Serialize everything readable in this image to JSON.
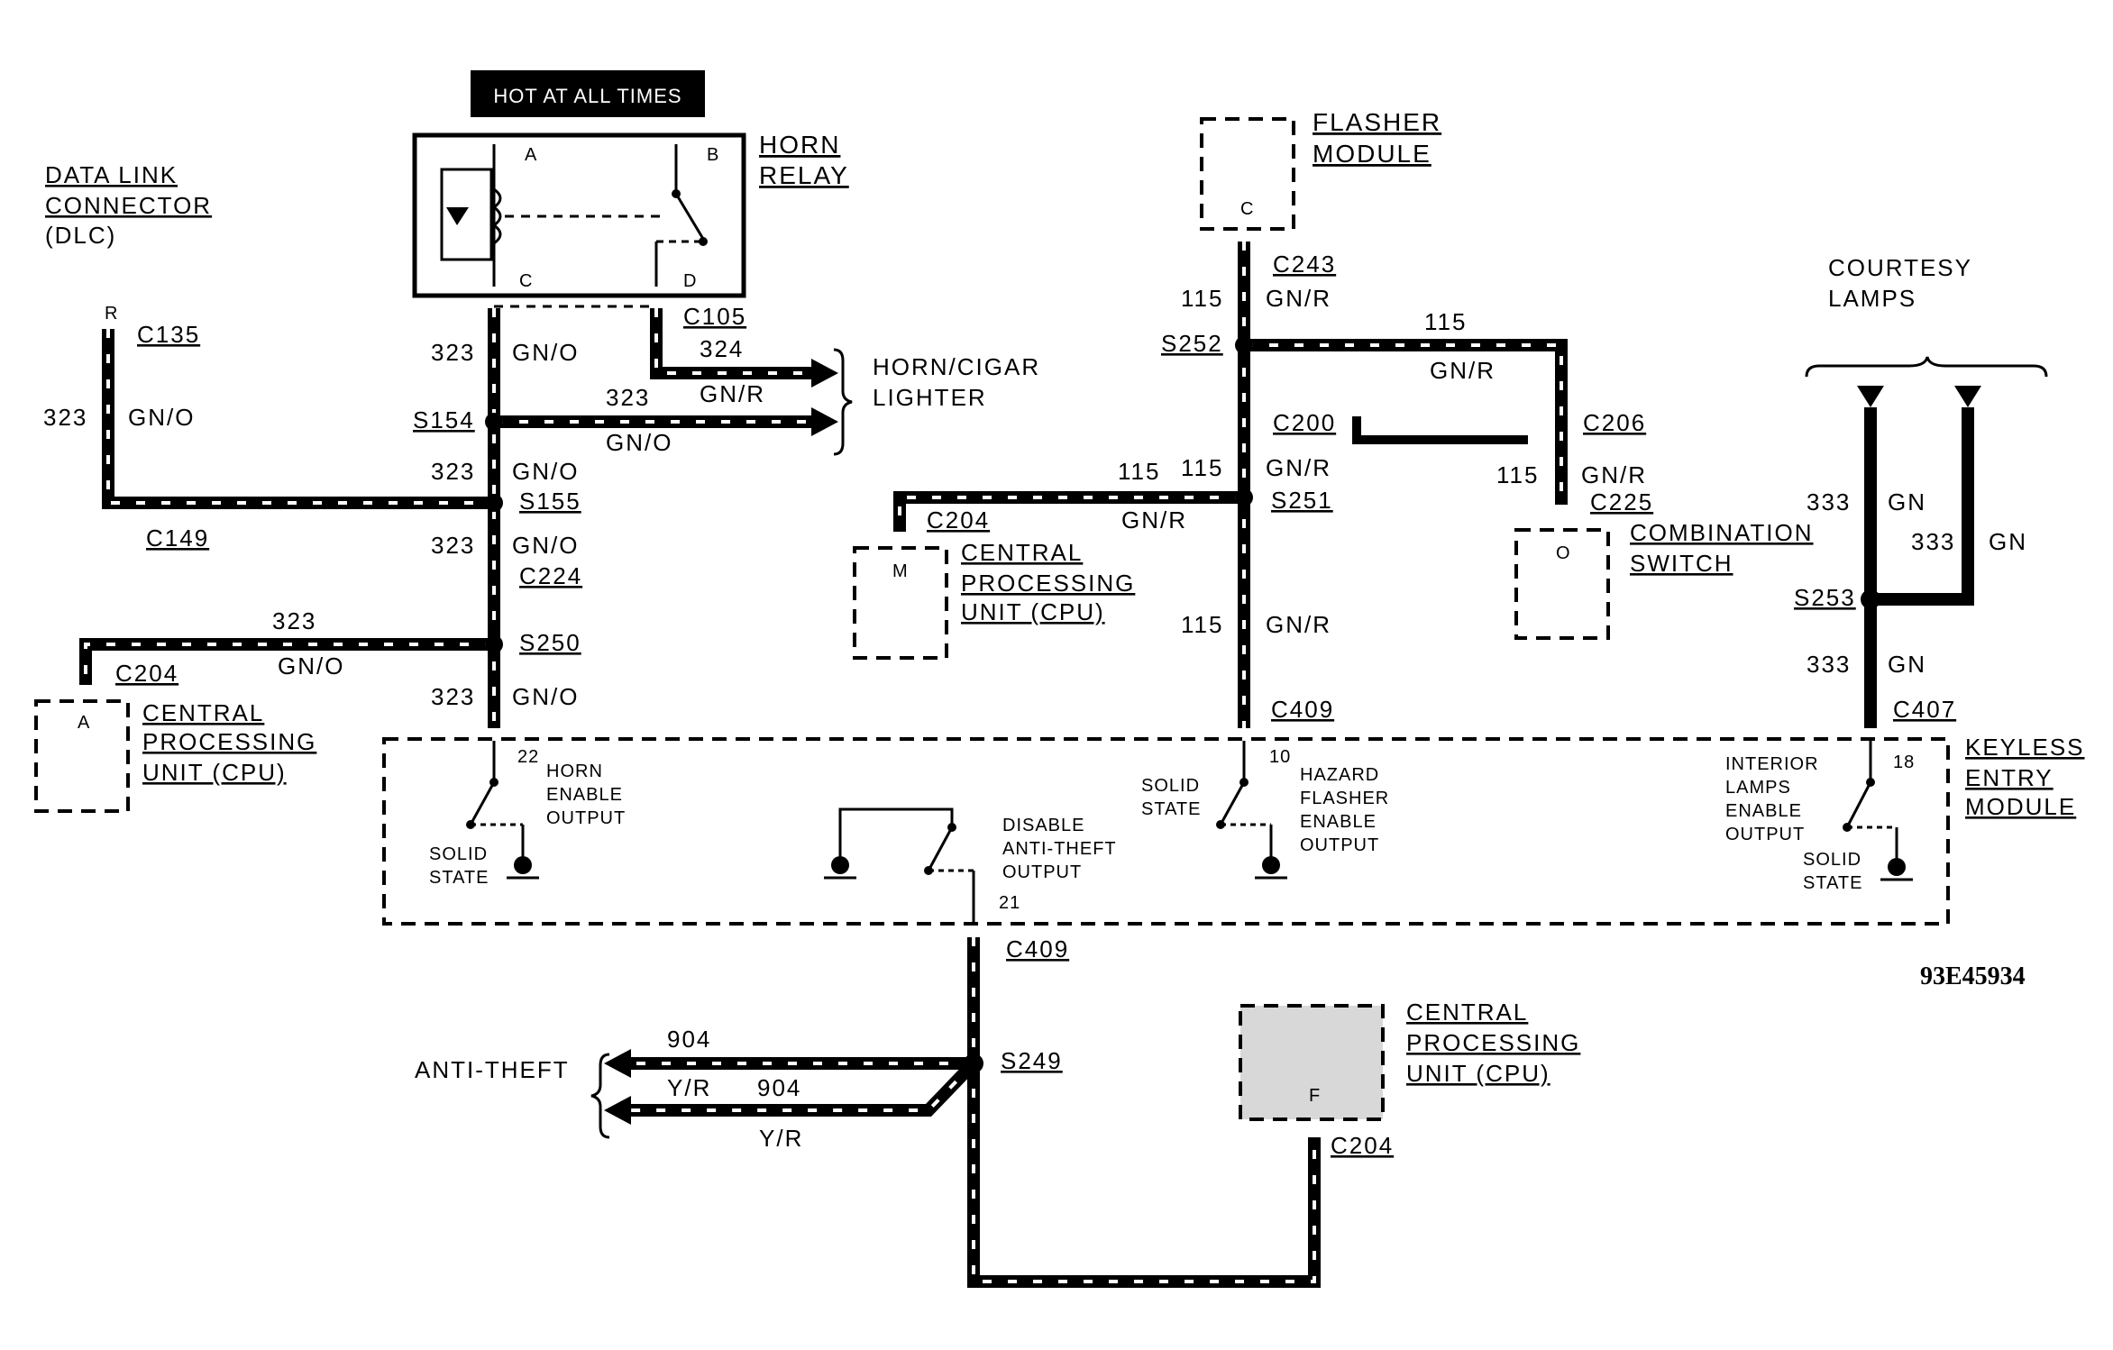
{
  "header": {
    "hot_at_all_times": "HOT AT ALL TIMES"
  },
  "figure_id": "93E45934",
  "components": {
    "horn_relay": {
      "line1": "HORN",
      "line2": "RELAY",
      "pin_a": "A",
      "pin_b": "B",
      "pin_c": "C",
      "pin_d": "D"
    },
    "dlc": {
      "line1": "DATA LINK",
      "line2": "CONNECTOR",
      "line3": "(DLC)",
      "pin": "R"
    },
    "flasher_module": {
      "line1": "FLASHER",
      "line2": "MODULE",
      "pin": "C"
    },
    "courtesy_lamps": {
      "line1": "COURTESY",
      "line2": "LAMPS"
    },
    "horn_cigar": {
      "line1": "HORN/CIGAR",
      "line2": "LIGHTER"
    },
    "combination_switch": {
      "line1": "COMBINATION",
      "line2": "SWITCH",
      "pin": "O"
    },
    "cpu_m": {
      "line1": "CENTRAL",
      "line2": "PROCESSING",
      "line3": "UNIT (CPU)",
      "pin": "M"
    },
    "cpu_a": {
      "line1": "CENTRAL",
      "line2": "PROCESSING",
      "line3": "UNIT (CPU)",
      "pin": "A"
    },
    "cpu_f": {
      "line1": "CENTRAL",
      "line2": "PROCESSING",
      "line3": "UNIT (CPU)",
      "pin": "F"
    },
    "keyless": {
      "line1": "KEYLESS",
      "line2": "ENTRY",
      "line3": "MODULE"
    },
    "anti_theft": "ANTI-THEFT"
  },
  "connectors": {
    "c135": "C135",
    "c149": "C149",
    "c105": "C105",
    "c224": "C224",
    "c204": "C204",
    "c243": "C243",
    "c200": "C200",
    "c206": "C206",
    "c225": "C225",
    "c409": "C409",
    "c407": "C407"
  },
  "splices": {
    "s154": "S154",
    "s155": "S155",
    "s250": "S250",
    "s252": "S252",
    "s251": "S251",
    "s253": "S253",
    "s249": "S249"
  },
  "circuits": {
    "c323": "323",
    "c324": "324",
    "c115": "115",
    "c333": "333",
    "c904": "904",
    "gn_o": "GN/O",
    "gn_r": "GN/R",
    "gn": "GN",
    "y_r": "Y/R"
  },
  "module_internal": {
    "horn_enable": [
      "HORN",
      "ENABLE",
      "OUTPUT"
    ],
    "solid_state": [
      "SOLID",
      "STATE"
    ],
    "disable_antitheft": [
      "DISABLE",
      "ANTI-THEFT",
      "OUTPUT"
    ],
    "hazard_flasher": [
      "HAZARD",
      "FLASHER",
      "ENABLE",
      "OUTPUT"
    ],
    "interior_lamps": [
      "INTERIOR",
      "LAMPS",
      "ENABLE",
      "OUTPUT"
    ],
    "pin22": "22",
    "pin10": "10",
    "pin21": "21",
    "pin18": "18"
  }
}
